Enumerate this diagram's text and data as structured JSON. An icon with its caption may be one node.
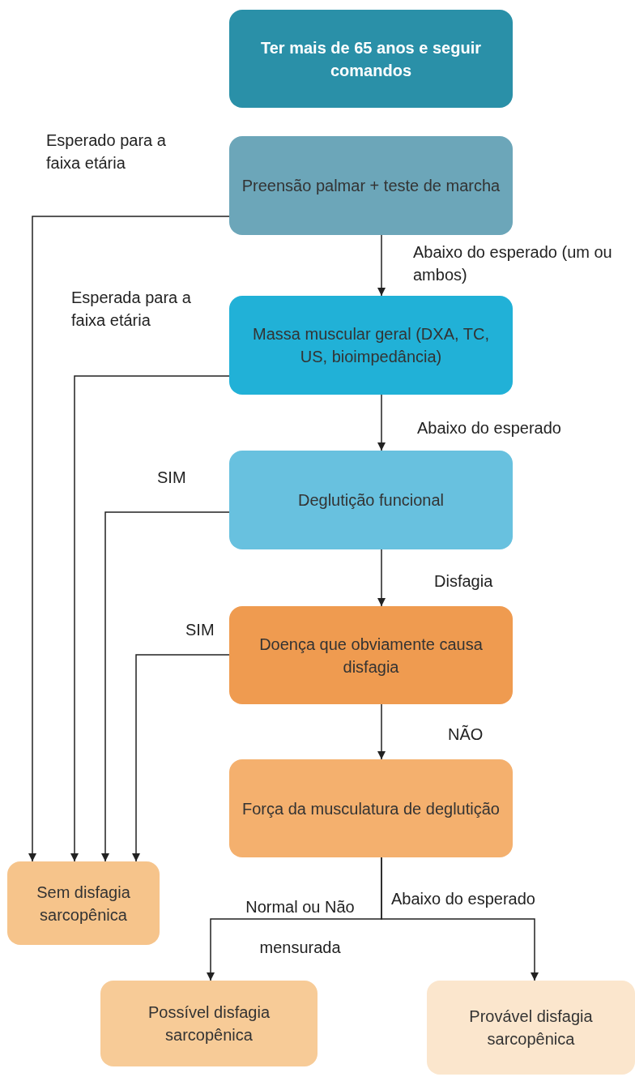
{
  "diagram": {
    "nodes": [
      {
        "text": [
          "Ter mais de 65 anos e seguir comandos"
        ]
      },
      {
        "text": [
          "Preensão palmar + teste de marcha"
        ]
      },
      {
        "text": [
          "Massa muscular geral (DXA, TC, US, bioimpedância)"
        ]
      },
      {
        "text": [
          "Deglutição funcional"
        ]
      },
      {
        "text": [
          "Doença que obviamente causa disfagia"
        ]
      },
      {
        "text": [
          "Força da musculatura de deglutição"
        ]
      },
      {
        "text": [
          "Sem disfagia sarcopênica"
        ]
      },
      {
        "text": [
          "Possível disfagia sarcopênica"
        ]
      },
      {
        "text": [
          "Provável disfagia sarcopênica"
        ]
      }
    ],
    "edges": [
      {
        "from": 1,
        "to": 2,
        "arrow": "to",
        "label": "Abaixo do esperado (um ou ambos)"
      },
      {
        "from": 1,
        "to": 6,
        "arrow": "to",
        "label": "Esperado para a faixa etária"
      },
      {
        "from": 2,
        "to": 3,
        "arrow": "to",
        "label": "Abaixo do esperado"
      },
      {
        "from": 2,
        "to": 6,
        "arrow": "to",
        "label": "Esperada para a faixa etária"
      },
      {
        "from": 3,
        "to": 4,
        "arrow": "to",
        "label": "Disfagia"
      },
      {
        "from": 3,
        "to": 6,
        "arrow": "to",
        "label": "SIM"
      },
      {
        "from": 4,
        "to": 5,
        "arrow": "to",
        "label": "NÃO"
      },
      {
        "from": 4,
        "to": 6,
        "arrow": "to",
        "label": "SIM"
      },
      {
        "from": 5,
        "to": 7,
        "arrow": "to",
        "label": "Normal ou Não mensurada"
      },
      {
        "from": 5,
        "to": 8,
        "arrow": "to",
        "label": "Abaixo do esperado"
      }
    ]
  }
}
